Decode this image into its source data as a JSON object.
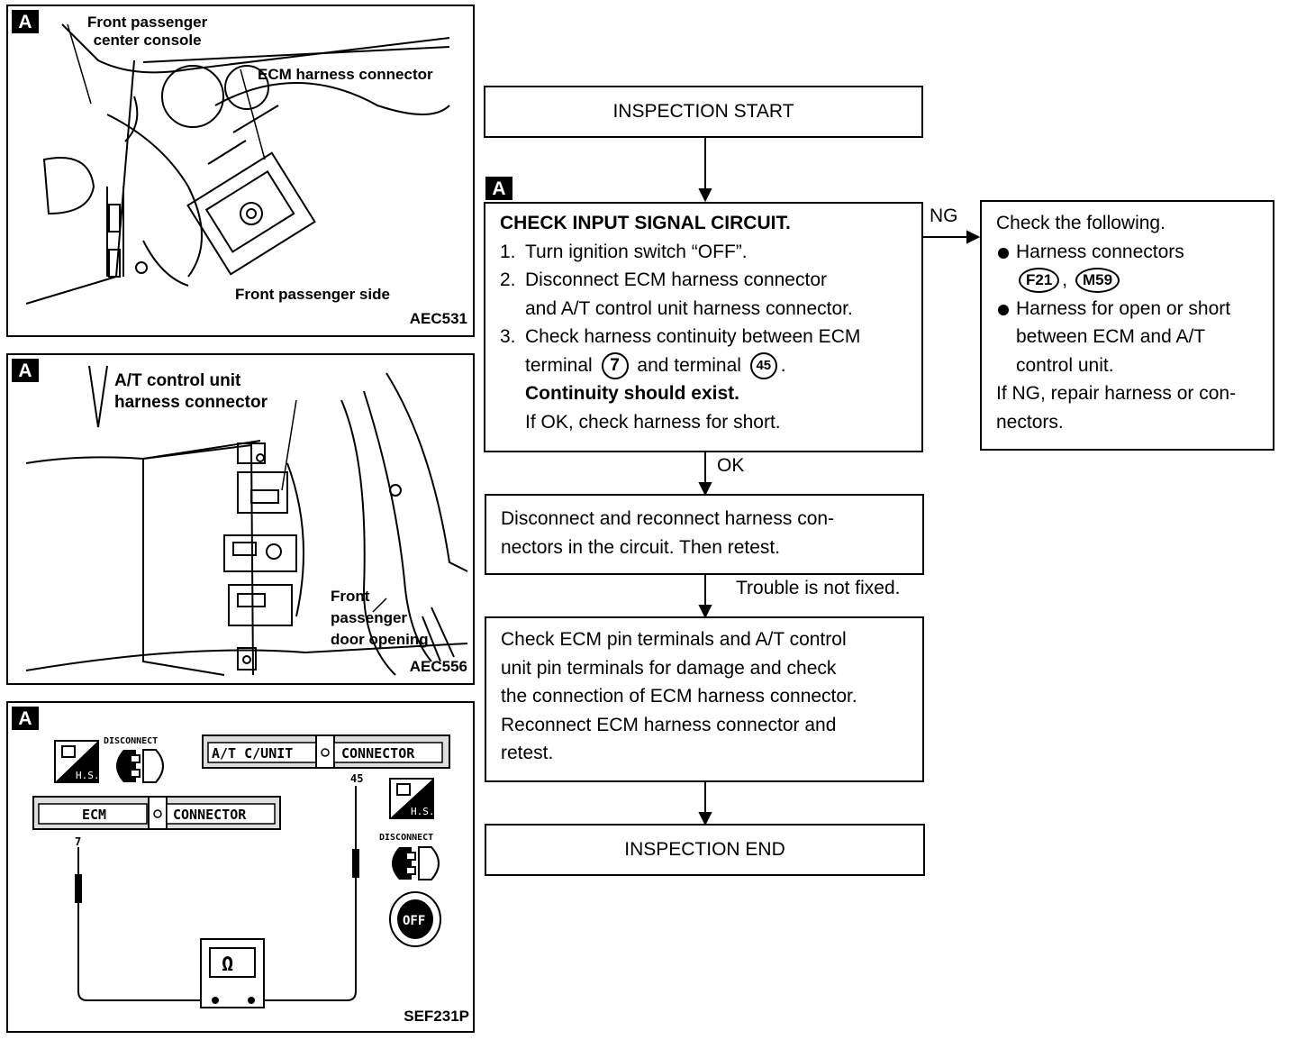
{
  "panels": [
    {
      "tag": "A",
      "labels": {
        "console": "Front passenger\ncenter console",
        "ecm_connector": "ECM harness connector",
        "side": "Front passenger side"
      },
      "code": "AEC531"
    },
    {
      "tag": "A",
      "labels": {
        "at_connector": "A/T control unit\nharness connector",
        "door": "Front\npassenger\ndoor opening"
      },
      "code": "AEC556"
    },
    {
      "tag": "A",
      "labels": {
        "disconnect1": "DISCONNECT",
        "disconnect2": "DISCONNECT",
        "hs1": "H.S.",
        "hs2": "H.S.",
        "at_unit": "A/T C/UNIT",
        "at_conn": "CONNECTOR",
        "ecm": "ECM",
        "ecm_conn": "CONNECTOR",
        "pin_at": "45",
        "pin_ecm": "7",
        "ohm": "Ω",
        "off": "OFF"
      },
      "code": "SEF231P"
    }
  ],
  "flow": {
    "start": "INSPECTION START",
    "check_tag": "A",
    "check_title": "CHECK INPUT SIGNAL CIRCUIT.",
    "steps": [
      {
        "num": "1.",
        "text": "Turn ignition switch “OFF”."
      },
      {
        "num": "2.",
        "text": "Disconnect ECM harness connector",
        "text2": "and A/T control unit harness connector."
      },
      {
        "num": "3.",
        "text": "Check harness continuity between ECM",
        "text2a": "terminal",
        "pin1": "7",
        "text2b": "and terminal",
        "pin2": "45",
        "text2c": "."
      }
    ],
    "continuity": "Continuity should exist.",
    "if_ok": "If OK, check harness for short.",
    "ng_label": "NG",
    "ok_label": "OK",
    "ng_box": {
      "title": "Check the following.",
      "bullet1": "Harness connectors",
      "conn1": "F21",
      "comma": ",",
      "conn2": "M59",
      "bullet2a": "Harness for open or short",
      "bullet2b": "between ECM and A/T",
      "bullet2c": "control unit.",
      "repair1": "If NG, repair harness or con-",
      "repair2": "nectors."
    },
    "reconnect1": "Disconnect and reconnect harness con-",
    "reconnect2": "nectors in the circuit. Then retest.",
    "not_fixed": "Trouble is not fixed.",
    "final": [
      "Check ECM pin terminals and A/T control",
      "unit pin terminals for damage and check",
      "the connection of ECM harness connector.",
      "Reconnect ECM harness connector and",
      "retest."
    ],
    "end": "INSPECTION END"
  }
}
